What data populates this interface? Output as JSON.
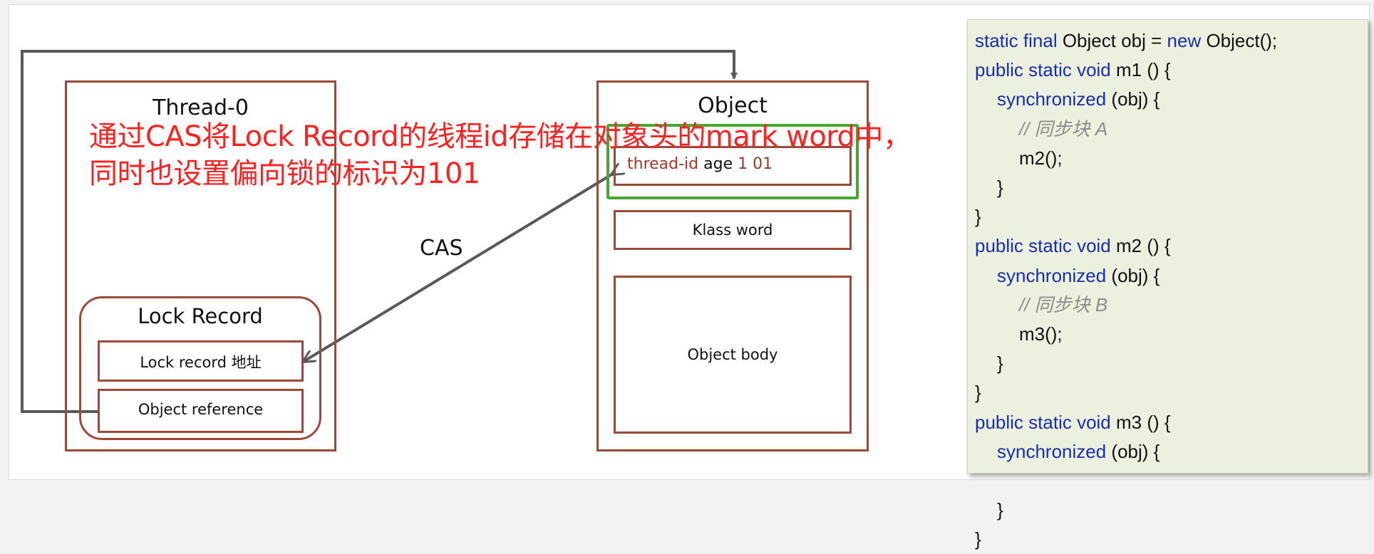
{
  "diagram": {
    "thread": {
      "title": "Thread-0"
    },
    "lock_record": {
      "title": "Lock Record",
      "address_label": "Lock record 地址",
      "object_reference_label": "Object reference"
    },
    "object": {
      "title": "Object",
      "mark_word": {
        "thread_id": "thread-id",
        "age": "age",
        "biased_bit": "1",
        "lock_bits": "01"
      },
      "klass_word": "Klass word",
      "body": "Object body"
    },
    "cas_label": "CAS",
    "annotation": {
      "line1": "通过CAS将Lock Record的线程id存储在对象头的mark word中，",
      "line2": "同时也设置偏向锁的标识为101"
    },
    "colors": {
      "box_border": "#9c4a3a",
      "highlight": "#4aa832",
      "annotation": "#ff2020",
      "arrow": "#595959"
    }
  },
  "code": {
    "lines": [
      {
        "indent": 0,
        "parts": [
          {
            "t": "static final ",
            "c": "kw"
          },
          {
            "t": "Object obj = ",
            "c": ""
          },
          {
            "t": "new ",
            "c": "kw"
          },
          {
            "t": "Object();",
            "c": ""
          }
        ]
      },
      {
        "indent": 0,
        "parts": [
          {
            "t": "public static void ",
            "c": "kw"
          },
          {
            "t": "m1 () {",
            "c": ""
          }
        ]
      },
      {
        "indent": 1,
        "parts": [
          {
            "t": "synchronized ",
            "c": "kw"
          },
          {
            "t": "(obj) {",
            "c": ""
          }
        ]
      },
      {
        "indent": 2,
        "parts": [
          {
            "t": "// 同步块 A",
            "c": "cm"
          }
        ]
      },
      {
        "indent": 2,
        "parts": [
          {
            "t": "m2();",
            "c": ""
          }
        ]
      },
      {
        "indent": 1,
        "parts": [
          {
            "t": "}",
            "c": ""
          }
        ]
      },
      {
        "indent": 0,
        "parts": [
          {
            "t": "}",
            "c": ""
          }
        ]
      },
      {
        "indent": 0,
        "parts": [
          {
            "t": "public static void ",
            "c": "kw"
          },
          {
            "t": "m2 () {",
            "c": ""
          }
        ]
      },
      {
        "indent": 1,
        "parts": [
          {
            "t": "synchronized ",
            "c": "kw"
          },
          {
            "t": "(obj) {",
            "c": ""
          }
        ]
      },
      {
        "indent": 2,
        "parts": [
          {
            "t": "// 同步块 B",
            "c": "cm"
          }
        ]
      },
      {
        "indent": 2,
        "parts": [
          {
            "t": "m3();",
            "c": ""
          }
        ]
      },
      {
        "indent": 1,
        "parts": [
          {
            "t": "}",
            "c": ""
          }
        ]
      },
      {
        "indent": 0,
        "parts": [
          {
            "t": "}",
            "c": ""
          }
        ]
      },
      {
        "indent": 0,
        "parts": [
          {
            "t": "public static void ",
            "c": "kw"
          },
          {
            "t": "m3 () {",
            "c": ""
          }
        ]
      },
      {
        "indent": 1,
        "parts": [
          {
            "t": "synchronized ",
            "c": "kw"
          },
          {
            "t": "(obj) {",
            "c": ""
          }
        ]
      },
      {
        "indent": 2,
        "parts": [
          {
            "t": "",
            "c": ""
          }
        ]
      },
      {
        "indent": 1,
        "parts": [
          {
            "t": "}",
            "c": ""
          }
        ]
      },
      {
        "indent": 0,
        "parts": [
          {
            "t": "}",
            "c": ""
          }
        ]
      }
    ]
  }
}
